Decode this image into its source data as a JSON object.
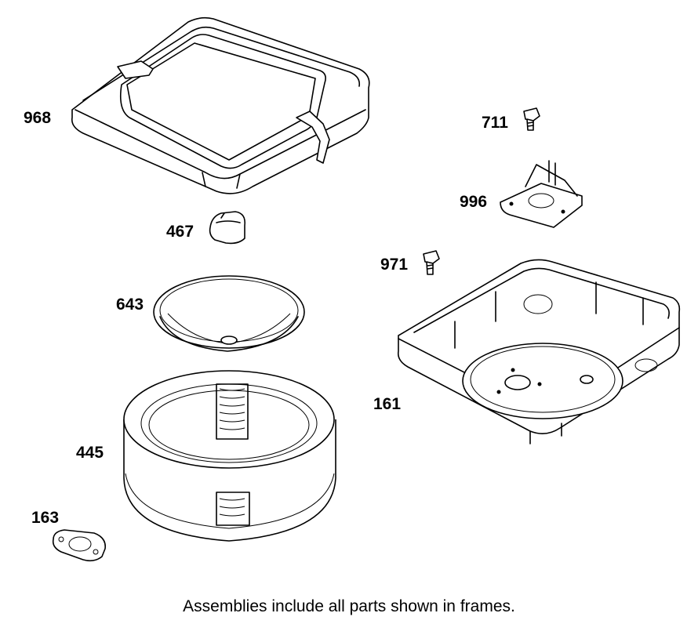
{
  "parts": [
    {
      "id": "cover",
      "label": "968",
      "icon": "air-cleaner-cover-icon"
    },
    {
      "id": "knob",
      "label": "467",
      "icon": "knob-icon"
    },
    {
      "id": "screw-711",
      "label": "711",
      "icon": "screw-icon"
    },
    {
      "id": "bracket",
      "label": "996",
      "icon": "bracket-icon"
    },
    {
      "id": "screw-971",
      "label": "971",
      "icon": "screw-icon"
    },
    {
      "id": "precleaner",
      "label": "643",
      "icon": "pre-cleaner-icon"
    },
    {
      "id": "base",
      "label": "161",
      "icon": "air-cleaner-base-icon"
    },
    {
      "id": "filter",
      "label": "445",
      "icon": "filter-cartridge-icon"
    },
    {
      "id": "gasket",
      "label": "163",
      "icon": "gasket-icon"
    }
  ],
  "caption": "Assemblies include all parts shown in frames."
}
